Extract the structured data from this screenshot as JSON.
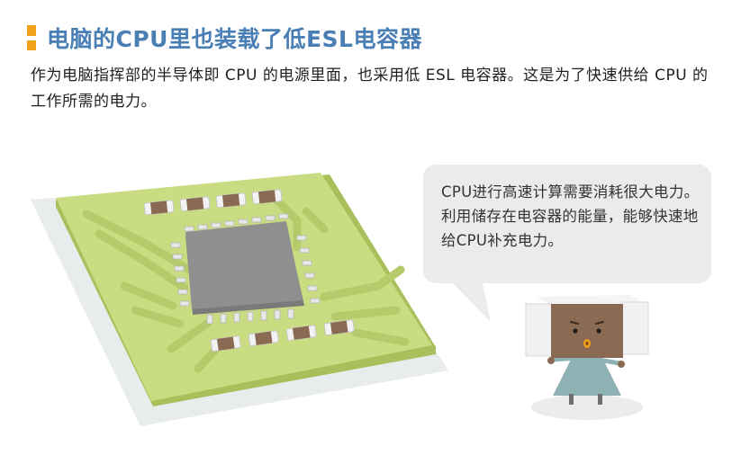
{
  "title": "电脑的CPU里也装载了低ESL电容器",
  "intro": "作为电脑指挥部的半导体即 CPU 的电源里面，也采用低 ESL 电容器。这是为了快速供给 CPU 的工作所需的电力。",
  "bubble": "CPU进行高速计算需要消耗很大电力。利用储存在电容器的能量，能够快速地给CPU补充电力。",
  "colors": {
    "title": "#4a7fb5",
    "marker": "#f0a21a",
    "board": "#c9dc82",
    "chip": "#8f8f8f",
    "capacitor_body": "#8a6a52"
  },
  "icons": {
    "title_marker": "orange-bar-icon",
    "mascot": "capacitor-mascot-icon"
  }
}
